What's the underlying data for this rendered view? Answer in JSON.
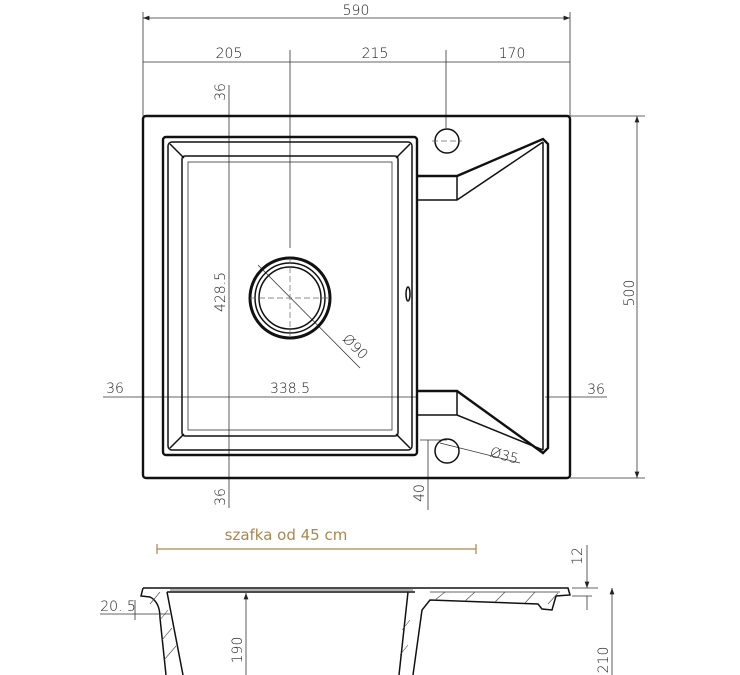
{
  "drawing": {
    "top_view": {
      "overall_width": "590",
      "segment_left": "205",
      "segment_middle": "215",
      "segment_right": "170",
      "overall_depth": "500",
      "bowl_top_margin": "36",
      "bowl_depth": "428.5",
      "bowl_bottom_margin": "36",
      "bowl_left_margin": "36",
      "bowl_width": "338.5",
      "drainboard_right_margin": "36",
      "drain_diameter": "Ø90",
      "tap_hole_diameter": "Ø35",
      "tap_hole_offset": "40"
    },
    "cabinet_note": "szafka od 45 cm",
    "cabinet_note_color": "#a8874f",
    "section_view": {
      "rim_thickness": "12",
      "total_height": "210",
      "bowl_height": "190",
      "wall_offset": "20. 5"
    }
  }
}
